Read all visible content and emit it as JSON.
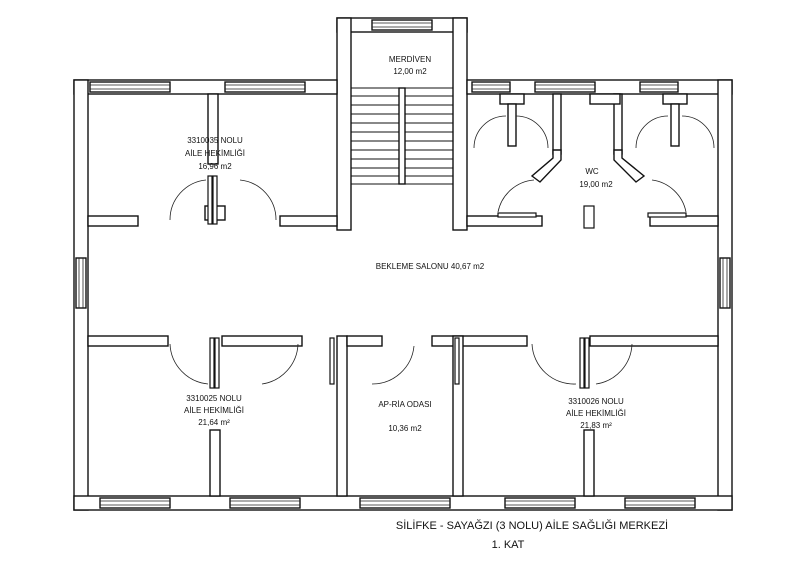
{
  "rooms": {
    "stairs": {
      "name": "MERDİVEN",
      "area": "12,00 m2"
    },
    "top_left_office": {
      "line1": "3310035 NOLU",
      "line2": "AİLE HEKİMLİĞİ",
      "area": "16,96 m2"
    },
    "wc": {
      "name": "WC",
      "area": "19,00 m2"
    },
    "waiting_hall": {
      "name": "BEKLEME SALONU 40,67 m2"
    },
    "bottom_left_office": {
      "line1": "3310025 NOLU",
      "line2": "AİLE HEKİMLİĞİ",
      "area": "21,64 m²"
    },
    "rd_room": {
      "name": "AP-RİA ODASI",
      "area": "10,36 m2"
    },
    "bottom_right_office": {
      "line1": "3310026 NOLU",
      "line2": "AİLE HEKİMLİĞİ",
      "area": "21,83 m²"
    }
  },
  "caption": {
    "title": "SİLİFKE - SAYAĞZI (3 NOLU) AİLE SAĞLIĞI MERKEZİ",
    "floor": "1. KAT"
  }
}
